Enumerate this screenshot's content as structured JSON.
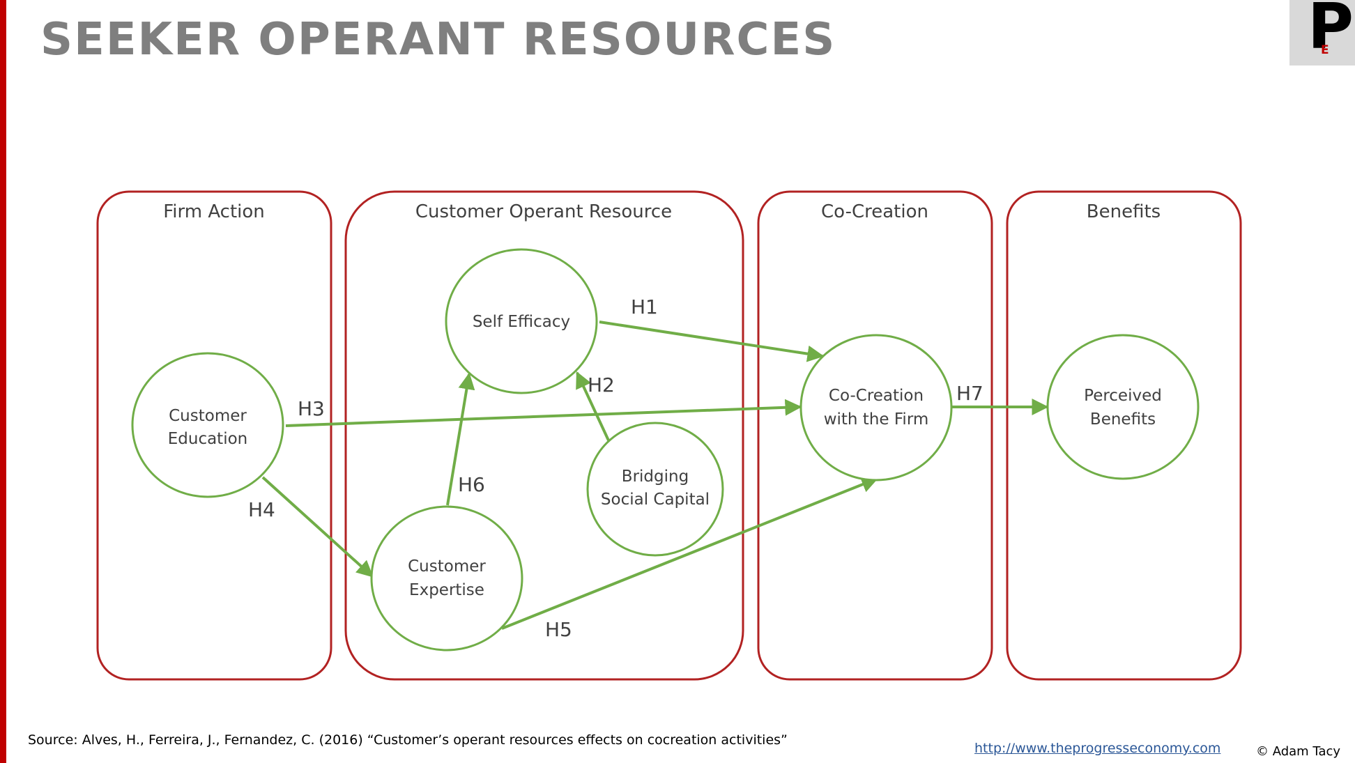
{
  "title": "SEEKER OPERANT RESOURCES",
  "logo": {
    "letter": "P",
    "subletter": "E"
  },
  "colors": {
    "frame": "#b22222",
    "node": "#70ad47",
    "accent": "#c00000",
    "title": "#7f7f7f"
  },
  "groups": [
    {
      "title": "Firm Action"
    },
    {
      "title": "Customer Operant Resource"
    },
    {
      "title": "Co-Creation"
    },
    {
      "title": "Benefits"
    }
  ],
  "nodes": [
    {
      "lines": [
        "Customer",
        "Education"
      ]
    },
    {
      "lines": [
        "Self Efficacy"
      ]
    },
    {
      "lines": [
        "Bridging",
        "Social Capital"
      ]
    },
    {
      "lines": [
        "Customer",
        "Expertise"
      ]
    },
    {
      "lines": [
        "Co-Creation",
        "with the Firm"
      ]
    },
    {
      "lines": [
        "Perceived",
        "Benefits"
      ]
    }
  ],
  "hypotheses": [
    {
      "label": "H1",
      "from": "Self Efficacy",
      "to": "Co-Creation with the Firm"
    },
    {
      "label": "H2",
      "from": "Bridging Social Capital",
      "to": "Self Efficacy"
    },
    {
      "label": "H3",
      "from": "Customer Education",
      "to": "Co-Creation with the Firm"
    },
    {
      "label": "H4",
      "from": "Customer Education",
      "to": "Customer Expertise"
    },
    {
      "label": "H5",
      "from": "Customer Expertise",
      "to": "Co-Creation with the Firm"
    },
    {
      "label": "H6",
      "from": "Customer Expertise",
      "to": "Self Efficacy"
    },
    {
      "label": "H7",
      "from": "Co-Creation with the Firm",
      "to": "Perceived Benefits"
    }
  ],
  "footer": {
    "source": "Source: Alves, H., Ferreira, J., Fernandez, C. (2016) “Customer’s operant resources effects on cocreation activities”",
    "url": "http://www.theprogresseconomy.com",
    "copyright": "© Adam Tacy"
  }
}
